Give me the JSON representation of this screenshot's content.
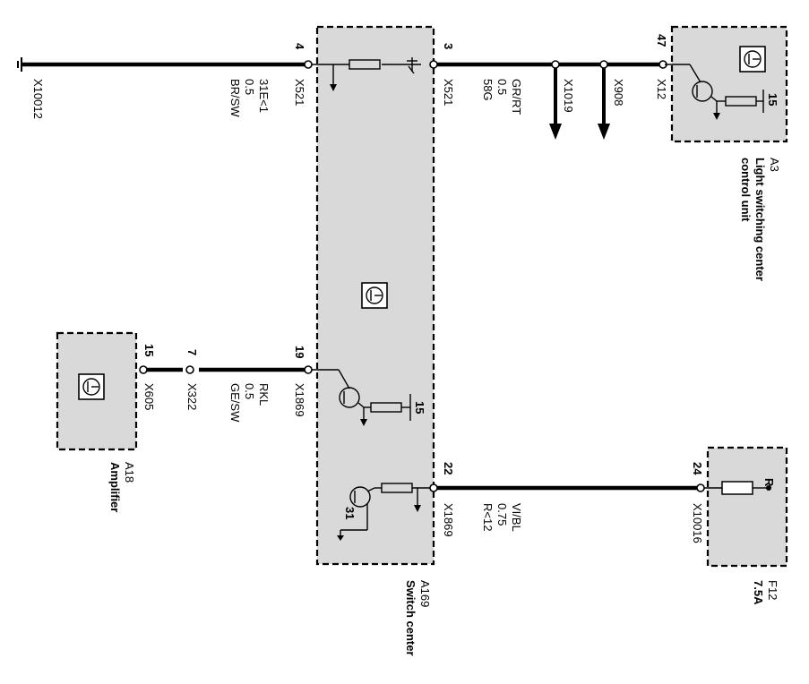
{
  "components": {
    "a169": {
      "id": "A169",
      "name": "Switch center"
    },
    "a3": {
      "id": "A3",
      "name_line1": "Light switching center",
      "name_line2": "control unit",
      "resistor_supply": "15"
    },
    "a18": {
      "id": "A18",
      "name": "Amplifier"
    },
    "f12": {
      "id": "F12",
      "rating": "7.5A",
      "terminal": "R"
    },
    "a169_inner": {
      "upper_supply": "15",
      "lower_ground": "31"
    }
  },
  "left_wire": {
    "connector": "X10012",
    "pin_a169": "4",
    "connector_a169": "X521",
    "signal": "31E<1",
    "gauge": "0.5",
    "color": "BR/SW"
  },
  "top_wire": {
    "pin_a169": "3",
    "connector_a169": "X521",
    "signal": "58G",
    "gauge": "0.5",
    "color": "GR/RT",
    "splice1": "X1019",
    "splice2": "X908",
    "pin_a3": "47",
    "connector_a3": "X12"
  },
  "middle_wire": {
    "pin_a18": "15",
    "connector_a18": "X605",
    "pin_mid": "7",
    "connector_mid": "X322",
    "signal": "RKL",
    "gauge": "0.5",
    "color": "GE/SW",
    "pin_a169": "19",
    "connector_a169": "X1869"
  },
  "bottom_wire": {
    "pin_a169": "22",
    "connector_a169": "X1869",
    "signal": "R<12",
    "gauge": "0.75",
    "color": "VI/BL",
    "pin_f12": "24",
    "connector_f12": "X10016"
  }
}
